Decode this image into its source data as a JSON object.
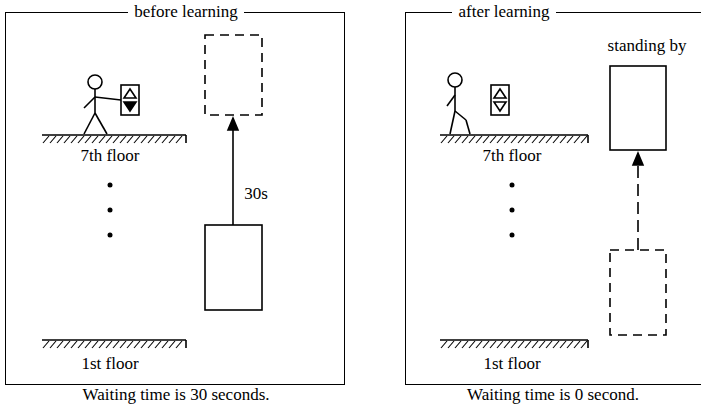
{
  "diagram": {
    "nodes": [
      {
        "text": [
          "before learning"
        ]
      },
      {
        "text": [
          "after learning"
        ]
      }
    ],
    "labels": [
      "7th floor",
      "1st floor",
      "30s",
      "Waiting time is 30 seconds.",
      "7th floor",
      "1st floor",
      "standing by",
      "Waiting time is 0 second."
    ]
  }
}
